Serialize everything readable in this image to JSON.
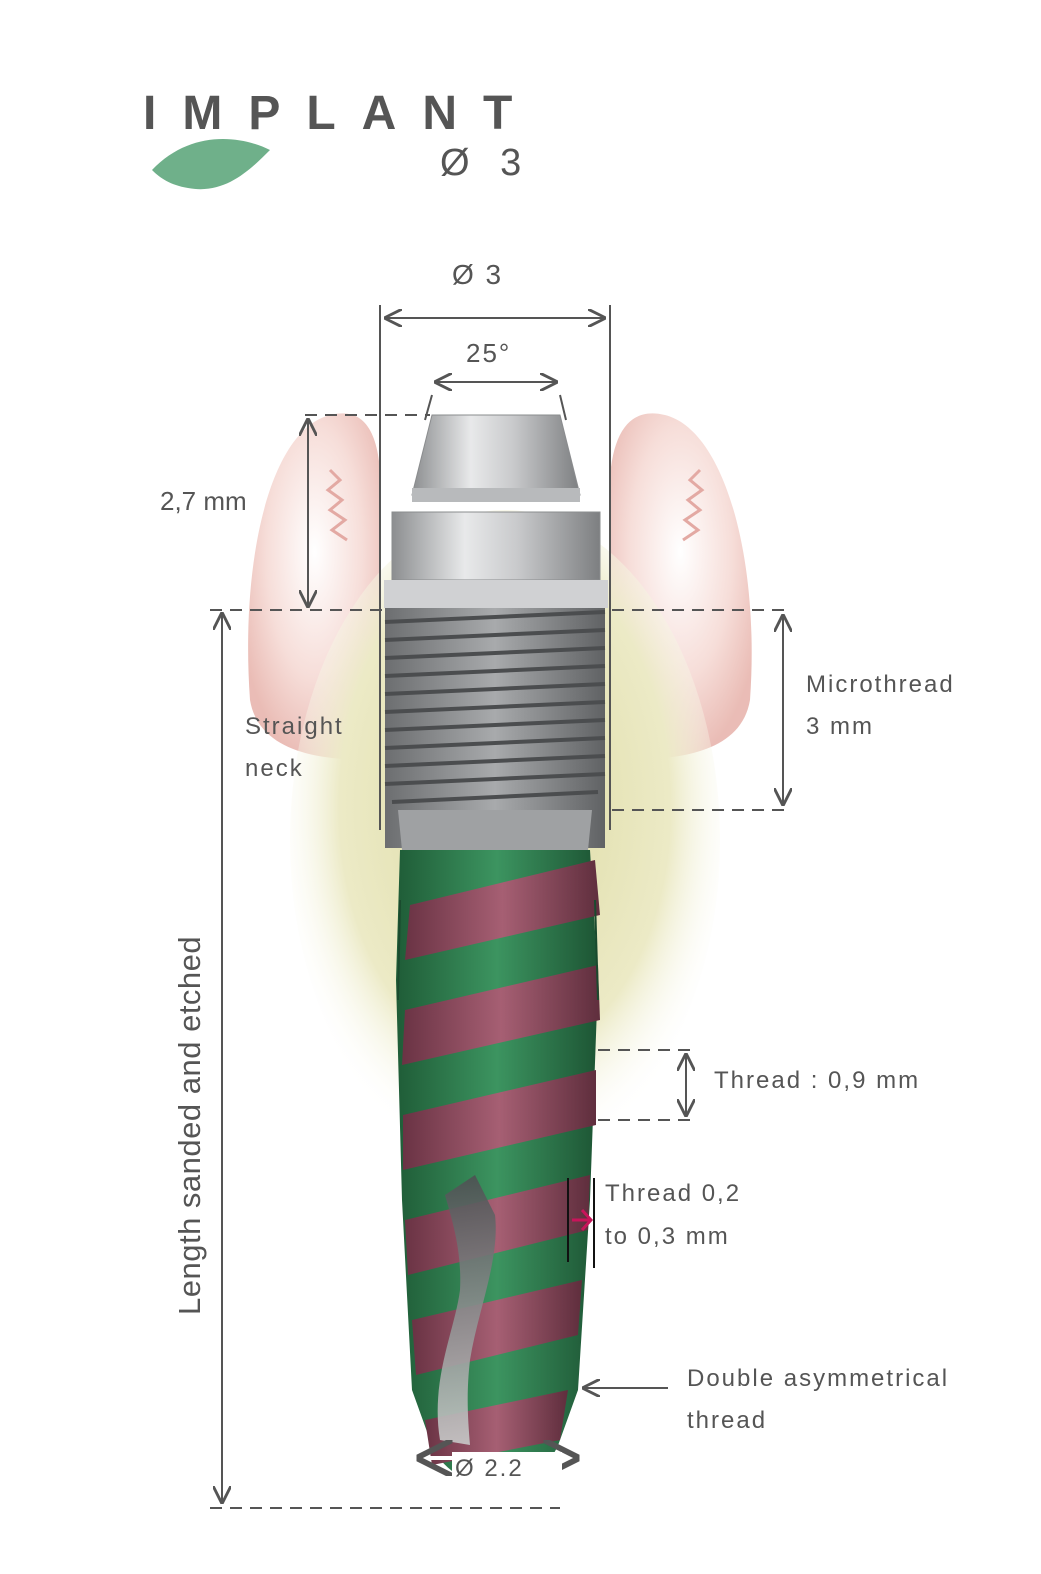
{
  "brand": {
    "word": "IMPLANT",
    "diameter": "Ø 3"
  },
  "labels": {
    "top_diameter": "Ø 3",
    "angle": "25°",
    "neck_height": "2,7 mm",
    "straight_neck_line1": "Straight",
    "straight_neck_line2": "neck",
    "microthread_line1": "Microthread",
    "microthread_line2": "3 mm",
    "length_vertical": "Length sanded and etched",
    "thread_pitch": "Thread : 0,9 mm",
    "thread_depth_line1": "Thread 0,2",
    "thread_depth_line2": "to 0,3 mm",
    "double_thread_line1": "Double asymmetrical",
    "double_thread_line2": "thread",
    "apex_diameter": "Ø 2.2"
  },
  "colors": {
    "leaf": "#6fb08a",
    "gum": "#f1cfc9",
    "bone": "#e4e2b4",
    "thread_green": "#2f7a4c",
    "thread_maroon": "#8a4a5c",
    "metal": "#a9abad",
    "dimension_line": "#555555",
    "accent_arrow": "#c8145a"
  }
}
